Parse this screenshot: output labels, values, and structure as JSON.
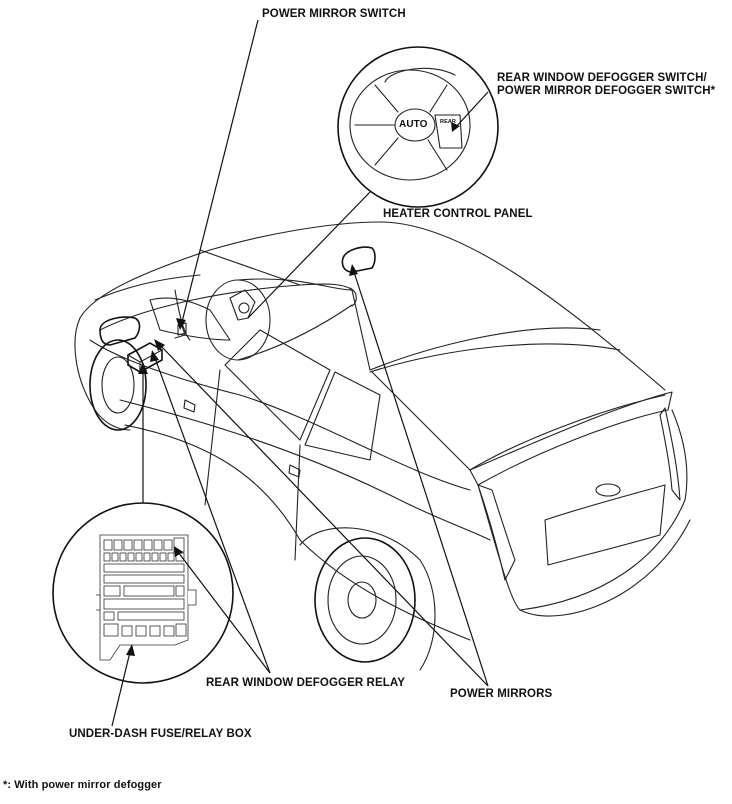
{
  "labels": {
    "power_mirror_switch": "POWER MIRROR SWITCH",
    "defogger_switch_line1": "REAR WINDOW DEFOGGER SWITCH/",
    "defogger_switch_line2": "POWER MIRROR DEFOGGER SWITCH*",
    "heater_control_panel": "HEATER CONTROL PANEL",
    "rear_window_defogger_relay": "REAR WINDOW DEFOGGER RELAY",
    "power_mirrors": "POWER MIRRORS",
    "under_dash_box": "UNDER-DASH FUSE/RELAY BOX",
    "footnote": "*: With power mirror defogger",
    "auto_button": "AUTO",
    "rear_button": "REAR"
  }
}
